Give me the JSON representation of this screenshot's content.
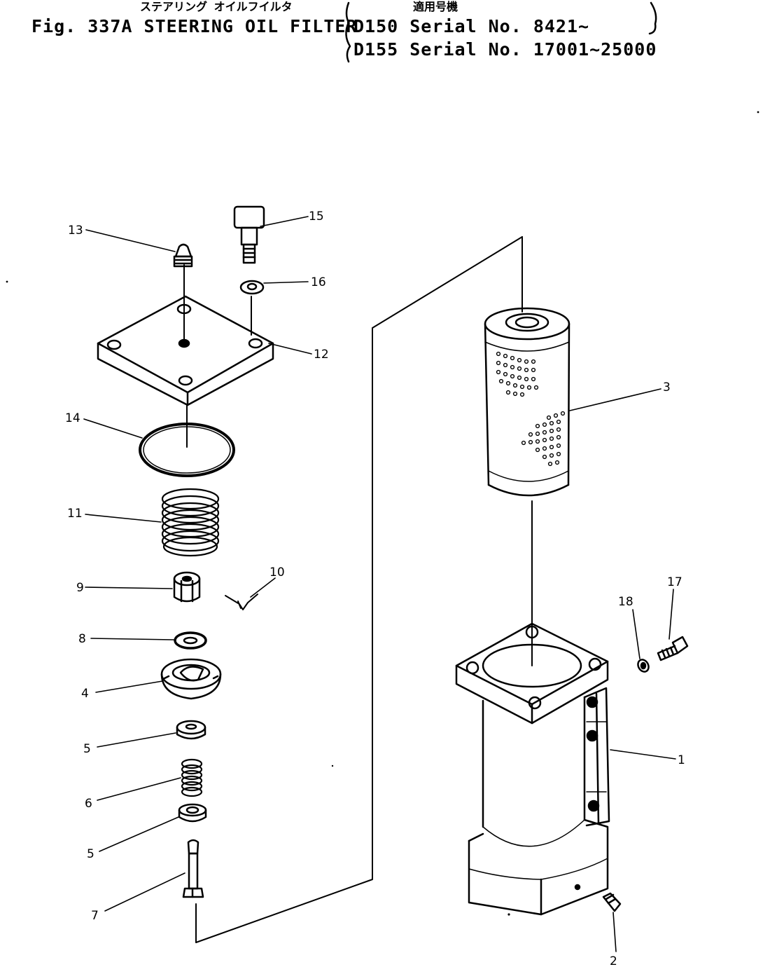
{
  "title": {
    "jp_title": "ステアリング オイルフイルタ",
    "jp_applicable": "適用号機",
    "fig_label": "Fig. 337A STEERING OIL FILTER",
    "serial_line1": "D150 Serial No. 8421~",
    "serial_line2": "D155 Serial No. 17001~25000"
  },
  "parts": {
    "p1": "1",
    "p2": "2",
    "p3": "3",
    "p4": "4",
    "p5a": "5",
    "p5b": "5",
    "p6": "6",
    "p7": "7",
    "p8": "8",
    "p9": "9",
    "p10": "10",
    "p11": "11",
    "p12": "12",
    "p13": "13",
    "p14": "14",
    "p15": "15",
    "p16": "16",
    "p17": "17",
    "p18": "18"
  },
  "colors": {
    "ink": "#000000",
    "paper": "#ffffff"
  }
}
